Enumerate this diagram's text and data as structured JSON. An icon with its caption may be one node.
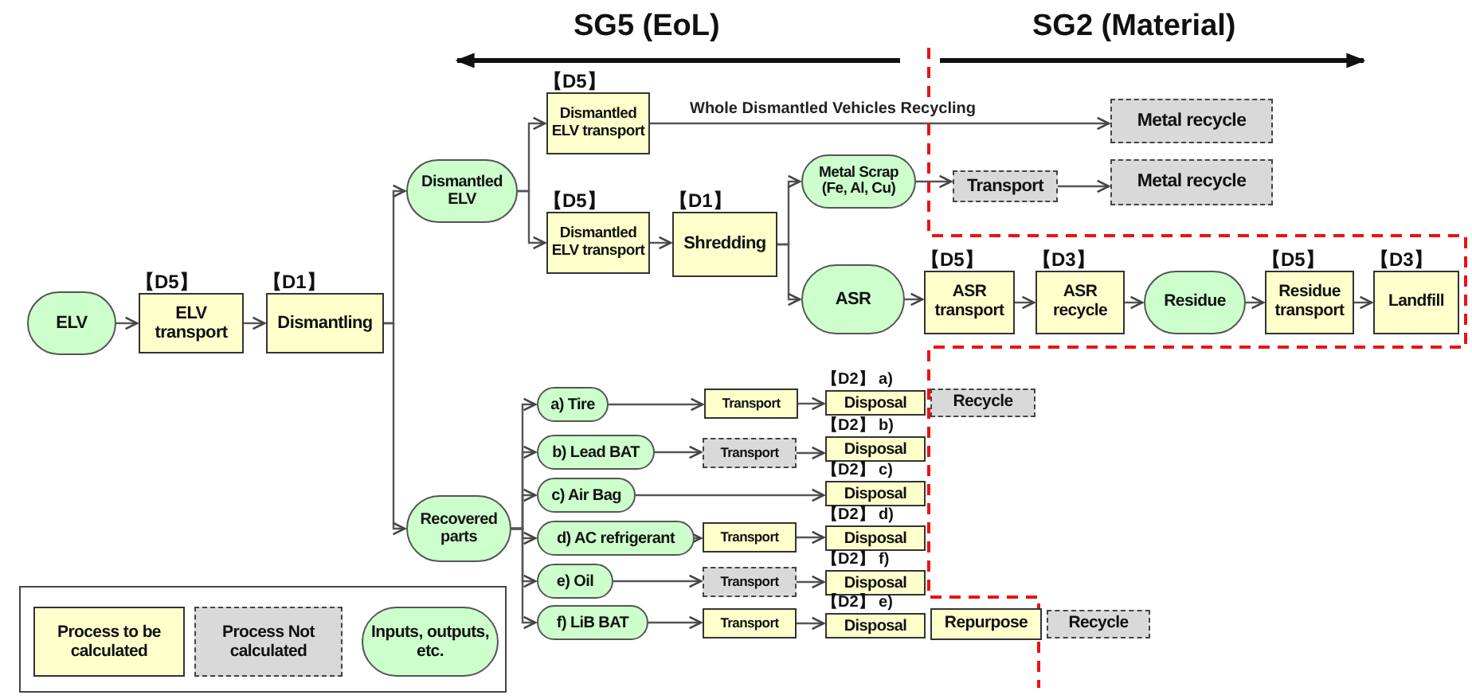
{
  "diagram": {
    "nodes": [
      {
        "text": [
          "ELV"
        ]
      },
      {
        "text": [
          "【D5】",
          "ELV transport"
        ]
      },
      {
        "text": [
          "【D1】",
          "Dismantling"
        ]
      },
      {
        "text": [
          "Dismantled ELV"
        ]
      },
      {
        "text": [
          "【D5】",
          "Dismantled ELV transport"
        ]
      },
      {
        "text": [
          "Metal recycle"
        ]
      },
      {
        "text": [
          "【D5】",
          "Dismantled ELV transport"
        ]
      },
      {
        "text": [
          "【D1】",
          "Shredding"
        ]
      },
      {
        "text": [
          "Metal Scrap (Fe, Al, Cu)"
        ]
      },
      {
        "text": [
          "Transport"
        ]
      },
      {
        "text": [
          "Metal recycle"
        ]
      },
      {
        "text": [
          "ASR"
        ]
      },
      {
        "text": [
          "【D5】",
          "ASR transport"
        ]
      },
      {
        "text": [
          "【D3】",
          "ASR recycle"
        ]
      },
      {
        "text": [
          "Residue"
        ]
      },
      {
        "text": [
          "【D5】",
          "Residue transport"
        ]
      },
      {
        "text": [
          "【D3】",
          "Landfill"
        ]
      },
      {
        "text": [
          "Recovered parts"
        ]
      },
      {
        "text": [
          "a) Tire"
        ]
      },
      {
        "text": [
          "Transport"
        ]
      },
      {
        "text": [
          "【D2】 a)",
          "Disposal"
        ]
      },
      {
        "text": [
          "Recycle"
        ]
      },
      {
        "text": [
          "b) Lead BAT"
        ]
      },
      {
        "text": [
          "Transport"
        ]
      },
      {
        "text": [
          "【D2】 b)",
          "Disposal"
        ]
      },
      {
        "text": [
          "c) Air Bag"
        ]
      },
      {
        "text": [
          "【D2】 c)",
          "Disposal"
        ]
      },
      {
        "text": [
          "d) AC refrigerant"
        ]
      },
      {
        "text": [
          "Transport"
        ]
      },
      {
        "text": [
          "【D2】 d)",
          "Disposal"
        ]
      },
      {
        "text": [
          "e) Oil"
        ]
      },
      {
        "text": [
          "Transport"
        ]
      },
      {
        "text": [
          "【D2】 f)",
          "Disposal"
        ]
      },
      {
        "text": [
          "f) LiB BAT"
        ]
      },
      {
        "text": [
          "Transport"
        ]
      },
      {
        "text": [
          "【D2】 e)",
          "Disposal"
        ]
      },
      {
        "text": [
          "Repurpose"
        ]
      },
      {
        "text": [
          "Recycle"
        ]
      }
    ],
    "edges": [
      {
        "from": 0,
        "to": 1,
        "arrow": "to"
      },
      {
        "from": 1,
        "to": 2,
        "arrow": "to"
      },
      {
        "from": 2,
        "to": 3,
        "arrow": "to"
      },
      {
        "from": 2,
        "to": 17,
        "arrow": "to"
      },
      {
        "from": 3,
        "to": 4,
        "arrow": "to"
      },
      {
        "from": 3,
        "to": 6,
        "arrow": "to"
      },
      {
        "from": 4,
        "to": 5,
        "arrow": "to",
        "label": "Whole Dismantled Vehicles Recycling"
      },
      {
        "from": 6,
        "to": 7,
        "arrow": "to"
      },
      {
        "from": 7,
        "to": 8,
        "arrow": "to"
      },
      {
        "from": 7,
        "to": 11,
        "arrow": "to"
      },
      {
        "from": 8,
        "to": 9,
        "arrow": "to"
      },
      {
        "from": 9,
        "to": 10,
        "arrow": "to"
      },
      {
        "from": 11,
        "to": 12,
        "arrow": "to"
      },
      {
        "from": 12,
        "to": 13,
        "arrow": "to"
      },
      {
        "from": 13,
        "to": 14,
        "arrow": "to"
      },
      {
        "from": 14,
        "to": 15,
        "arrow": "to"
      },
      {
        "from": 15,
        "to": 16,
        "arrow": "to"
      },
      {
        "from": 17,
        "to": 18,
        "arrow": "to"
      },
      {
        "from": 17,
        "to": 22,
        "arrow": "to"
      },
      {
        "from": 17,
        "to": 25,
        "arrow": "to"
      },
      {
        "from": 17,
        "to": 27,
        "arrow": "to"
      },
      {
        "from": 17,
        "to": 30,
        "arrow": "to"
      },
      {
        "from": 17,
        "to": 33,
        "arrow": "to"
      },
      {
        "from": 18,
        "to": 19,
        "arrow": "to"
      },
      {
        "from": 19,
        "to": 20,
        "arrow": "to"
      },
      {
        "from": 22,
        "to": 23,
        "arrow": "to"
      },
      {
        "from": 23,
        "to": 24,
        "arrow": "to"
      },
      {
        "from": 25,
        "to": 26,
        "arrow": "to"
      },
      {
        "from": 27,
        "to": 28,
        "arrow": "to"
      },
      {
        "from": 28,
        "to": 29,
        "arrow": "to"
      },
      {
        "from": 30,
        "to": 31,
        "arrow": "to"
      },
      {
        "from": 31,
        "to": 32,
        "arrow": "to"
      },
      {
        "from": 33,
        "to": 34,
        "arrow": "to"
      },
      {
        "from": 34,
        "to": 35,
        "arrow": "to"
      }
    ],
    "labels": [
      "SG5 (EoL)",
      "SG2 (Material)"
    ],
    "legend": [
      {
        "text": "Process to be calculated",
        "color": "#ffffcc"
      },
      {
        "text": "Process Not calculated",
        "color": "#d9d9d9"
      },
      {
        "text": "Inputs, outputs, etc.",
        "color": "#ccffcc"
      }
    ]
  }
}
